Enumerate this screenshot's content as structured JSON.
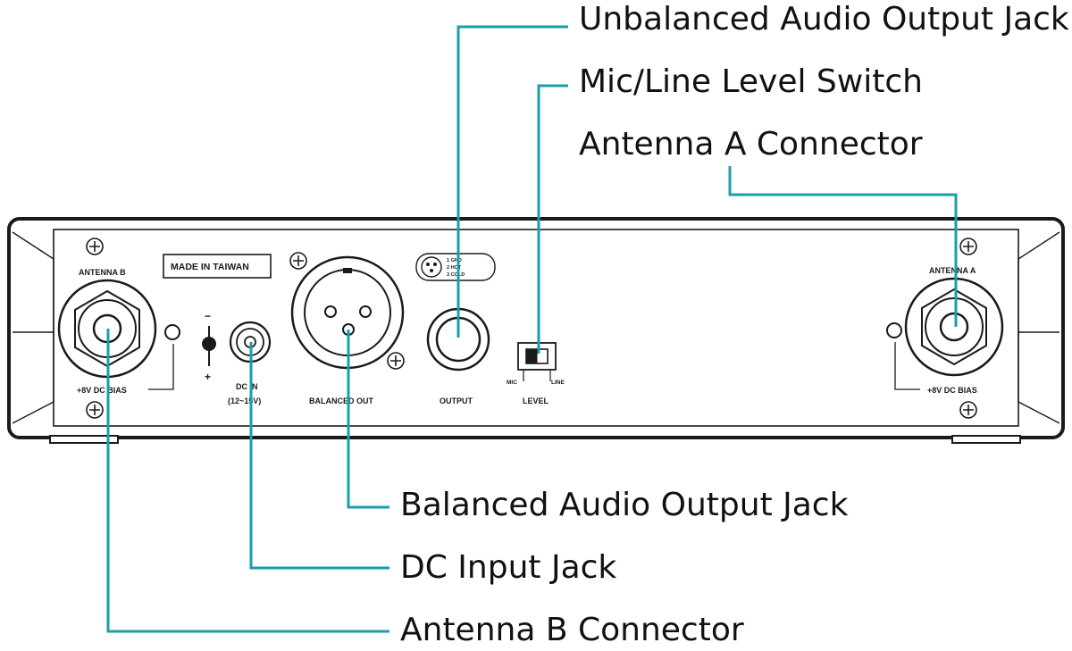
{
  "callouts": {
    "unbalanced_output": "Unbalanced Audio Output Jack",
    "mic_line_switch": "Mic/Line Level Switch",
    "antenna_a": "Antenna A Connector",
    "balanced_output": "Balanced Audio Output Jack",
    "dc_input": "DC Input Jack",
    "antenna_b": "Antenna B Connector"
  },
  "panel": {
    "antenna_b_label": "ANTENNA B",
    "antenna_a_label": "ANTENNA A",
    "bias_left": "+8V DC BIAS",
    "bias_right": "+8V DC BIAS",
    "made_in": "MADE IN TAIWAN",
    "polarity_minus": "−",
    "polarity_plus": "+",
    "dc_in": "DC IN",
    "dc_range": "(12~15V)",
    "balanced_out": "BALANCED OUT",
    "output": "OUTPUT",
    "level": "LEVEL",
    "mic": "MIC",
    "line": "LINE",
    "pin_legend": [
      "1 GND",
      "2 HOT",
      "3 COLD"
    ]
  },
  "colors": {
    "leader_line": "#1a9fa6",
    "outline": "#1a1a1a"
  }
}
